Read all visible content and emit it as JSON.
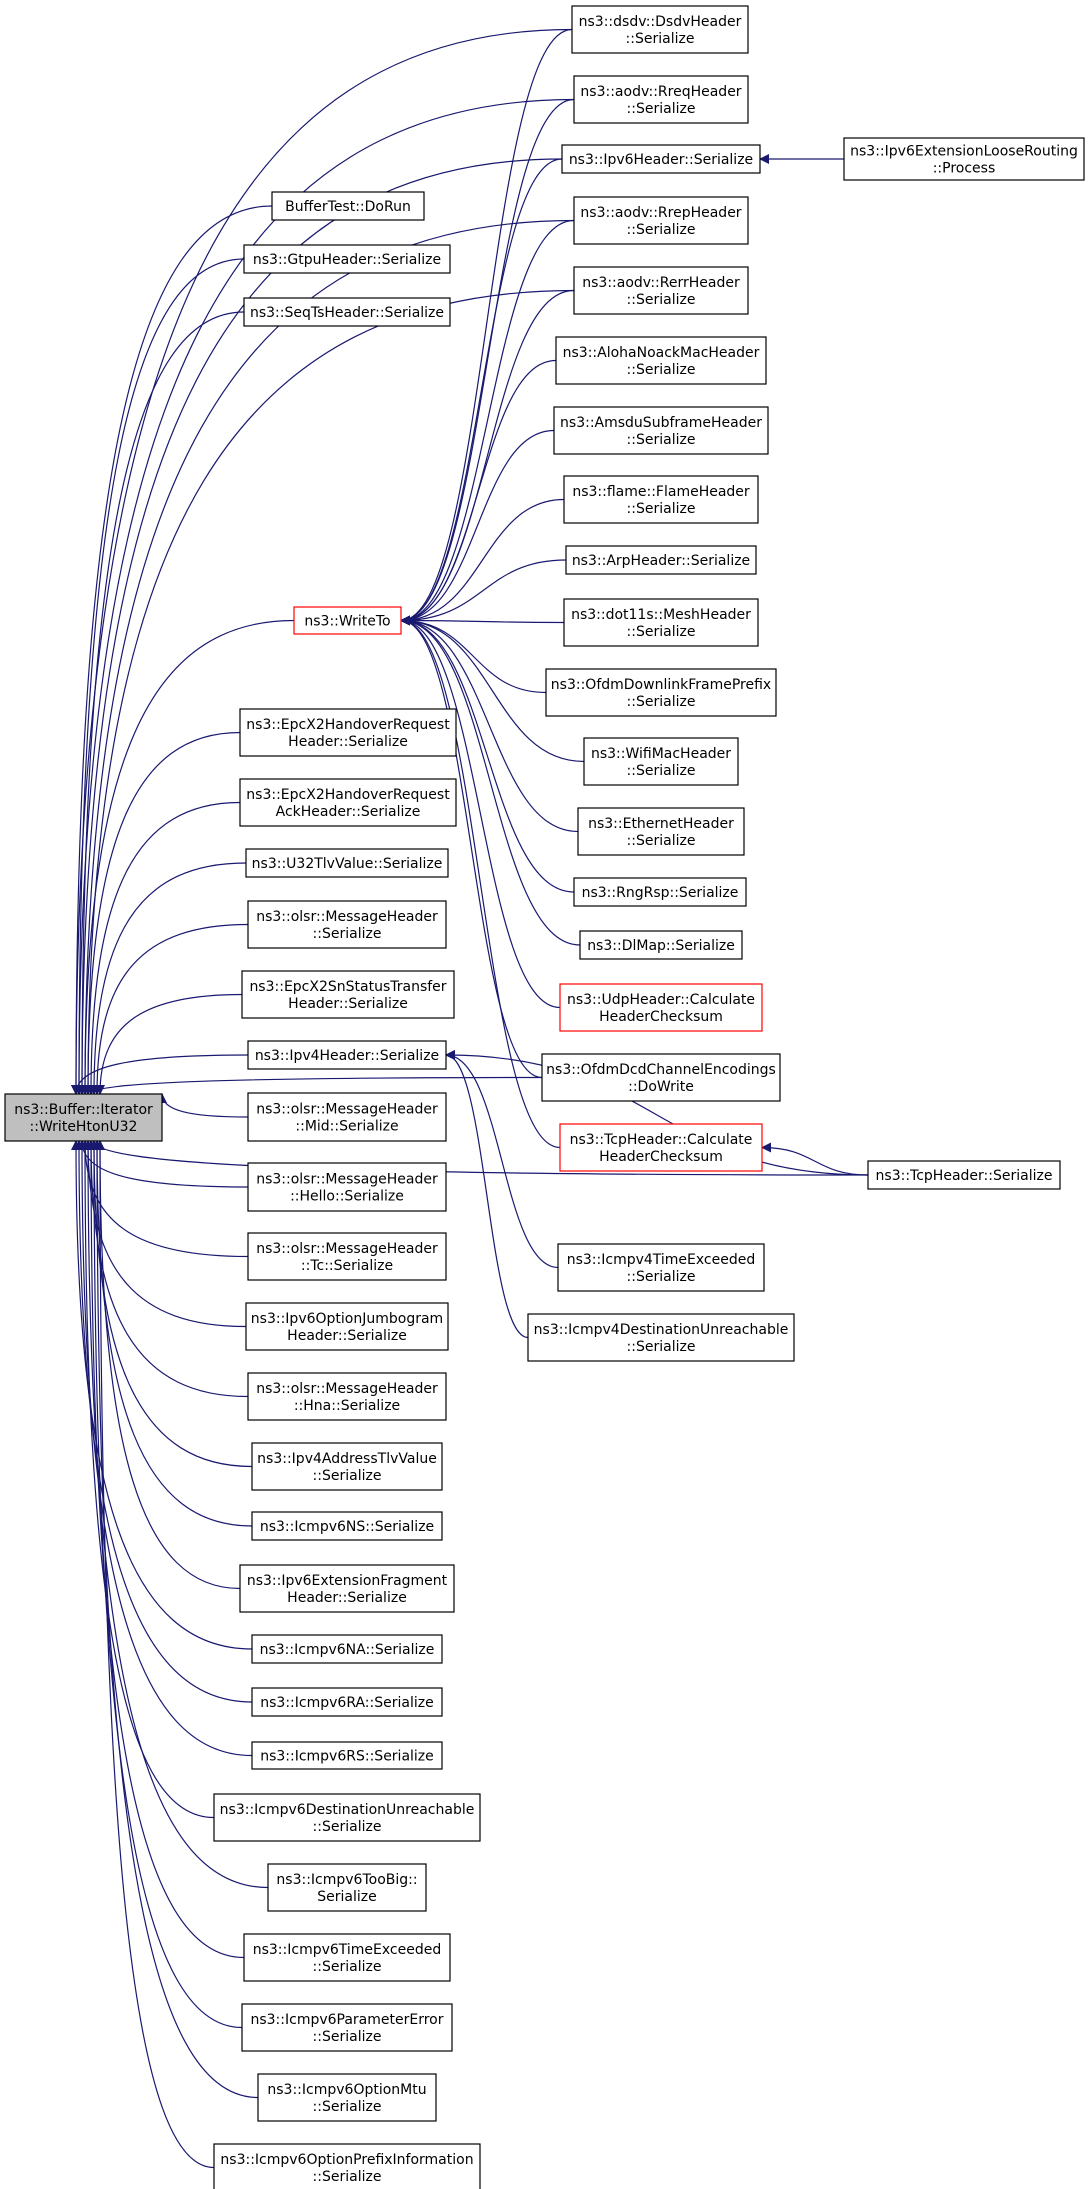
{
  "colors": {
    "edge": "#191970",
    "node_border": "#000000",
    "highlight_border": "#ff0000",
    "root_fill": "#bfbfbf",
    "node_fill": "#ffffff"
  },
  "nodes": [
    {
      "id": "root",
      "lines": [
        "ns3::Buffer::Iterator",
        "::WriteHtonU32"
      ],
      "root": true
    },
    {
      "id": "buffertest",
      "lines": [
        "BufferTest::DoRun"
      ]
    },
    {
      "id": "gtpu",
      "lines": [
        "ns3::GtpuHeader::Serialize"
      ]
    },
    {
      "id": "seqts",
      "lines": [
        "ns3::SeqTsHeader::Serialize"
      ]
    },
    {
      "id": "writeto",
      "lines": [
        "ns3::WriteTo"
      ],
      "highlight": true
    },
    {
      "id": "x2ho",
      "lines": [
        "ns3::EpcX2HandoverRequest",
        "Header::Serialize"
      ]
    },
    {
      "id": "x2hoack",
      "lines": [
        "ns3::EpcX2HandoverRequest",
        "AckHeader::Serialize"
      ]
    },
    {
      "id": "u32tlv",
      "lines": [
        "ns3::U32TlvValue::Serialize"
      ]
    },
    {
      "id": "olsrmsg",
      "lines": [
        "ns3::olsr::MessageHeader",
        "::Serialize"
      ]
    },
    {
      "id": "x2sn",
      "lines": [
        "ns3::EpcX2SnStatusTransfer",
        "Header::Serialize"
      ]
    },
    {
      "id": "ipv4hdr",
      "lines": [
        "ns3::Ipv4Header::Serialize"
      ]
    },
    {
      "id": "olsrmid",
      "lines": [
        "ns3::olsr::MessageHeader",
        "::Mid::Serialize"
      ]
    },
    {
      "id": "olsrhello",
      "lines": [
        "ns3::olsr::MessageHeader",
        "::Hello::Serialize"
      ]
    },
    {
      "id": "olsrtc",
      "lines": [
        "ns3::olsr::MessageHeader",
        "::Tc::Serialize"
      ]
    },
    {
      "id": "jumbo",
      "lines": [
        "ns3::Ipv6OptionJumbogram",
        "Header::Serialize"
      ]
    },
    {
      "id": "olsrhna",
      "lines": [
        "ns3::olsr::MessageHeader",
        "::Hna::Serialize"
      ]
    },
    {
      "id": "ipv4tlv",
      "lines": [
        "ns3::Ipv4AddressTlvValue",
        "::Serialize"
      ]
    },
    {
      "id": "icmpns",
      "lines": [
        "ns3::Icmpv6NS::Serialize"
      ]
    },
    {
      "id": "ipv6frag",
      "lines": [
        "ns3::Ipv6ExtensionFragment",
        "Header::Serialize"
      ]
    },
    {
      "id": "icmpna",
      "lines": [
        "ns3::Icmpv6NA::Serialize"
      ]
    },
    {
      "id": "icmpra",
      "lines": [
        "ns3::Icmpv6RA::Serialize"
      ]
    },
    {
      "id": "icmprs",
      "lines": [
        "ns3::Icmpv6RS::Serialize"
      ]
    },
    {
      "id": "icmp6dest",
      "lines": [
        "ns3::Icmpv6DestinationUnreachable",
        "::Serialize"
      ]
    },
    {
      "id": "icmp6big",
      "lines": [
        "ns3::Icmpv6TooBig::",
        "Serialize"
      ]
    },
    {
      "id": "icmp6time",
      "lines": [
        "ns3::Icmpv6TimeExceeded",
        "::Serialize"
      ]
    },
    {
      "id": "icmp6param",
      "lines": [
        "ns3::Icmpv6ParameterError",
        "::Serialize"
      ]
    },
    {
      "id": "icmp6mtu",
      "lines": [
        "ns3::Icmpv6OptionMtu",
        "::Serialize"
      ]
    },
    {
      "id": "icmp6prefix",
      "lines": [
        "ns3::Icmpv6OptionPrefixInformation",
        "::Serialize"
      ]
    },
    {
      "id": "dsdv",
      "lines": [
        "ns3::dsdv::DsdvHeader",
        "::Serialize"
      ]
    },
    {
      "id": "aodvrreq",
      "lines": [
        "ns3::aodv::RreqHeader",
        "::Serialize"
      ]
    },
    {
      "id": "ipv6hdr",
      "lines": [
        "ns3::Ipv6Header::Serialize"
      ]
    },
    {
      "id": "aodvrrep",
      "lines": [
        "ns3::aodv::RrepHeader",
        "::Serialize"
      ]
    },
    {
      "id": "aodvrerr",
      "lines": [
        "ns3::aodv::RerrHeader",
        "::Serialize"
      ]
    },
    {
      "id": "aloha",
      "lines": [
        "ns3::AlohaNoackMacHeader",
        "::Serialize"
      ]
    },
    {
      "id": "amsdu",
      "lines": [
        "ns3::AmsduSubframeHeader",
        "::Serialize"
      ]
    },
    {
      "id": "flame",
      "lines": [
        "ns3::flame::FlameHeader",
        "::Serialize"
      ]
    },
    {
      "id": "arp",
      "lines": [
        "ns3::ArpHeader::Serialize"
      ]
    },
    {
      "id": "mesh",
      "lines": [
        "ns3::dot11s::MeshHeader",
        "::Serialize"
      ]
    },
    {
      "id": "ofdmprefix",
      "lines": [
        "ns3::OfdmDownlinkFramePrefix",
        "::Serialize"
      ]
    },
    {
      "id": "wifimac",
      "lines": [
        "ns3::WifiMacHeader",
        "::Serialize"
      ]
    },
    {
      "id": "ethernet",
      "lines": [
        "ns3::EthernetHeader",
        "::Serialize"
      ]
    },
    {
      "id": "rngrsp",
      "lines": [
        "ns3::RngRsp::Serialize"
      ]
    },
    {
      "id": "dlmap",
      "lines": [
        "ns3::DlMap::Serialize"
      ]
    },
    {
      "id": "udpcsum",
      "lines": [
        "ns3::UdpHeader::Calculate",
        "HeaderChecksum"
      ],
      "highlight": true
    },
    {
      "id": "ofdmdcd",
      "lines": [
        "ns3::OfdmDcdChannelEncodings",
        "::DoWrite"
      ]
    },
    {
      "id": "tcpcsum",
      "lines": [
        "ns3::TcpHeader::Calculate",
        "HeaderChecksum"
      ],
      "highlight": true
    },
    {
      "id": "icmp4time",
      "lines": [
        "ns3::Icmpv4TimeExceeded",
        "::Serialize"
      ]
    },
    {
      "id": "icmp4dest",
      "lines": [
        "ns3::Icmpv4DestinationUnreachable",
        "::Serialize"
      ]
    },
    {
      "id": "ipv6loose",
      "lines": [
        "ns3::Ipv6ExtensionLooseRouting",
        "::Process"
      ]
    },
    {
      "id": "tcpser",
      "lines": [
        "ns3::TcpHeader::Serialize"
      ]
    }
  ],
  "edges": [
    [
      "buffertest",
      "root"
    ],
    [
      "gtpu",
      "root"
    ],
    [
      "seqts",
      "root"
    ],
    [
      "writeto",
      "root"
    ],
    [
      "x2ho",
      "root"
    ],
    [
      "x2hoack",
      "root"
    ],
    [
      "u32tlv",
      "root"
    ],
    [
      "olsrmsg",
      "root"
    ],
    [
      "x2sn",
      "root"
    ],
    [
      "ipv4hdr",
      "root"
    ],
    [
      "olsrmid",
      "root"
    ],
    [
      "olsrhello",
      "root"
    ],
    [
      "olsrtc",
      "root"
    ],
    [
      "jumbo",
      "root"
    ],
    [
      "olsrhna",
      "root"
    ],
    [
      "ipv4tlv",
      "root"
    ],
    [
      "icmpns",
      "root"
    ],
    [
      "ipv6frag",
      "root"
    ],
    [
      "icmpna",
      "root"
    ],
    [
      "icmpra",
      "root"
    ],
    [
      "icmprs",
      "root"
    ],
    [
      "icmp6dest",
      "root"
    ],
    [
      "icmp6big",
      "root"
    ],
    [
      "icmp6time",
      "root"
    ],
    [
      "icmp6param",
      "root"
    ],
    [
      "icmp6mtu",
      "root"
    ],
    [
      "icmp6prefix",
      "root"
    ],
    [
      "dsdv",
      "root"
    ],
    [
      "aodvrreq",
      "root"
    ],
    [
      "ipv6hdr",
      "root"
    ],
    [
      "aodvrrep",
      "root"
    ],
    [
      "aodvrerr",
      "root"
    ],
    [
      "ofdmdcd",
      "root"
    ],
    [
      "tcpser",
      "root"
    ],
    [
      "dsdv",
      "writeto"
    ],
    [
      "aodvrreq",
      "writeto"
    ],
    [
      "ipv6hdr",
      "writeto"
    ],
    [
      "aodvrrep",
      "writeto"
    ],
    [
      "aodvrerr",
      "writeto"
    ],
    [
      "aloha",
      "writeto"
    ],
    [
      "amsdu",
      "writeto"
    ],
    [
      "flame",
      "writeto"
    ],
    [
      "arp",
      "writeto"
    ],
    [
      "mesh",
      "writeto"
    ],
    [
      "ofdmprefix",
      "writeto"
    ],
    [
      "wifimac",
      "writeto"
    ],
    [
      "ethernet",
      "writeto"
    ],
    [
      "rngrsp",
      "writeto"
    ],
    [
      "dlmap",
      "writeto"
    ],
    [
      "udpcsum",
      "writeto"
    ],
    [
      "ofdmdcd",
      "writeto"
    ],
    [
      "tcpcsum",
      "writeto"
    ],
    [
      "icmp4time",
      "ipv4hdr"
    ],
    [
      "icmp4dest",
      "ipv4hdr"
    ],
    [
      "tcpser",
      "ipv4hdr"
    ],
    [
      "ipv6loose",
      "ipv6hdr"
    ],
    [
      "tcpser",
      "tcpcsum"
    ]
  ]
}
